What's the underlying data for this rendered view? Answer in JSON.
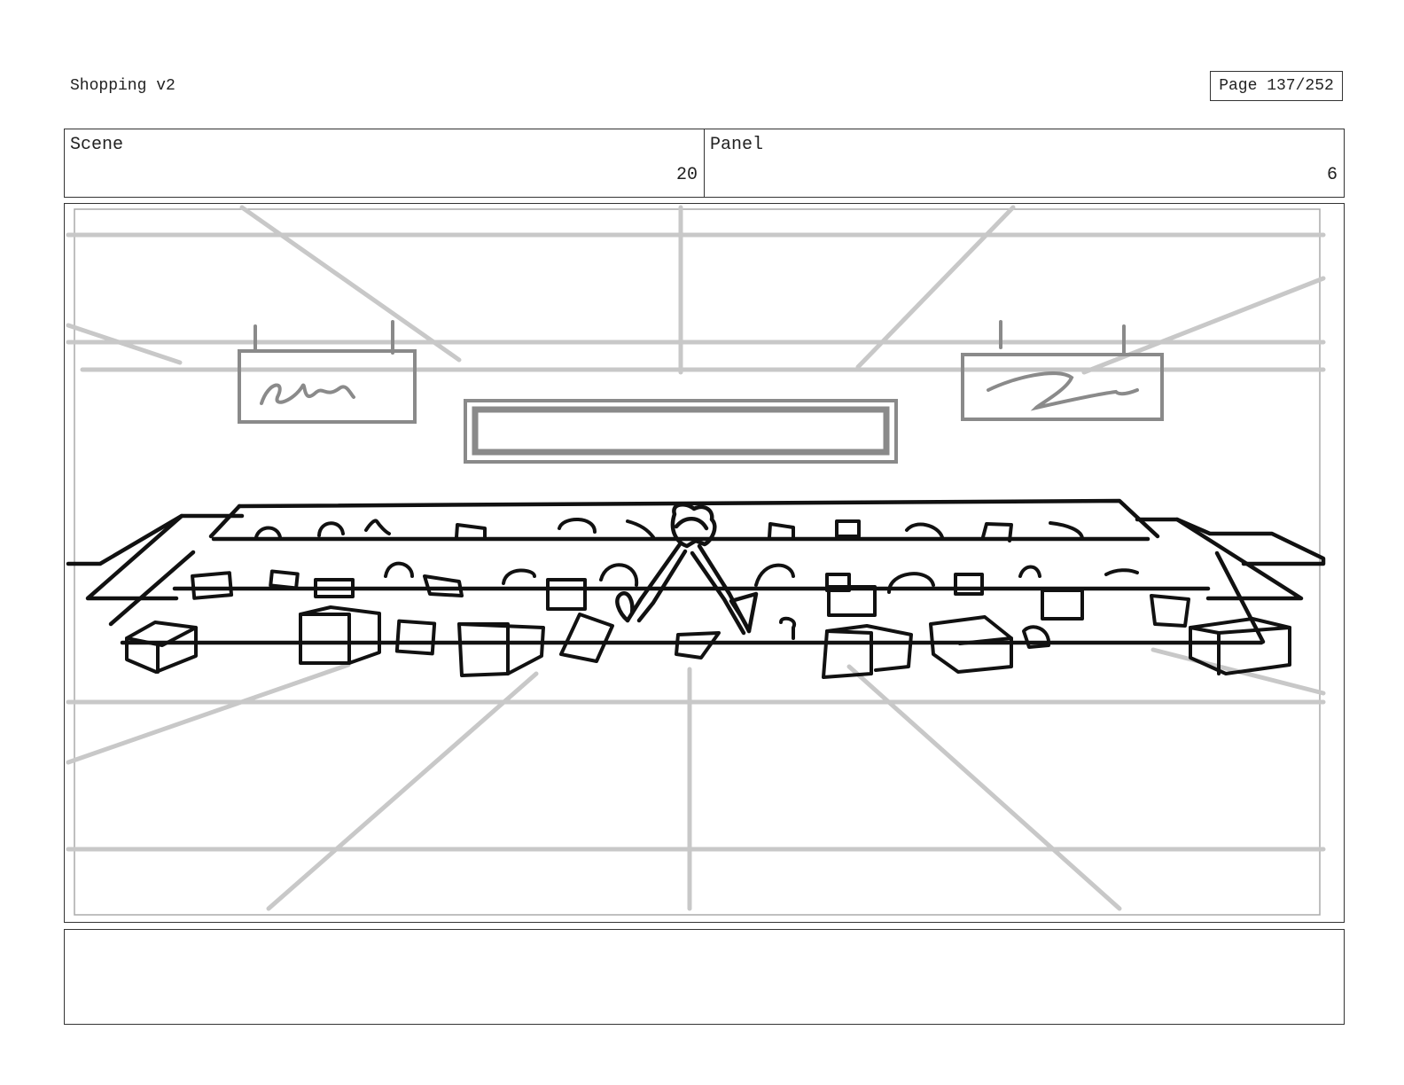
{
  "document": {
    "title": "Shopping v2",
    "page_label": "Page 137/252"
  },
  "info": {
    "scene_label": "Scene",
    "scene_value": "20",
    "panel_label": "Panel",
    "panel_value": "6"
  },
  "notes": {
    "text": ""
  },
  "colors": {
    "ink": "#111111",
    "guide": "#c8c8c8",
    "sign": "#8a8a8a"
  }
}
